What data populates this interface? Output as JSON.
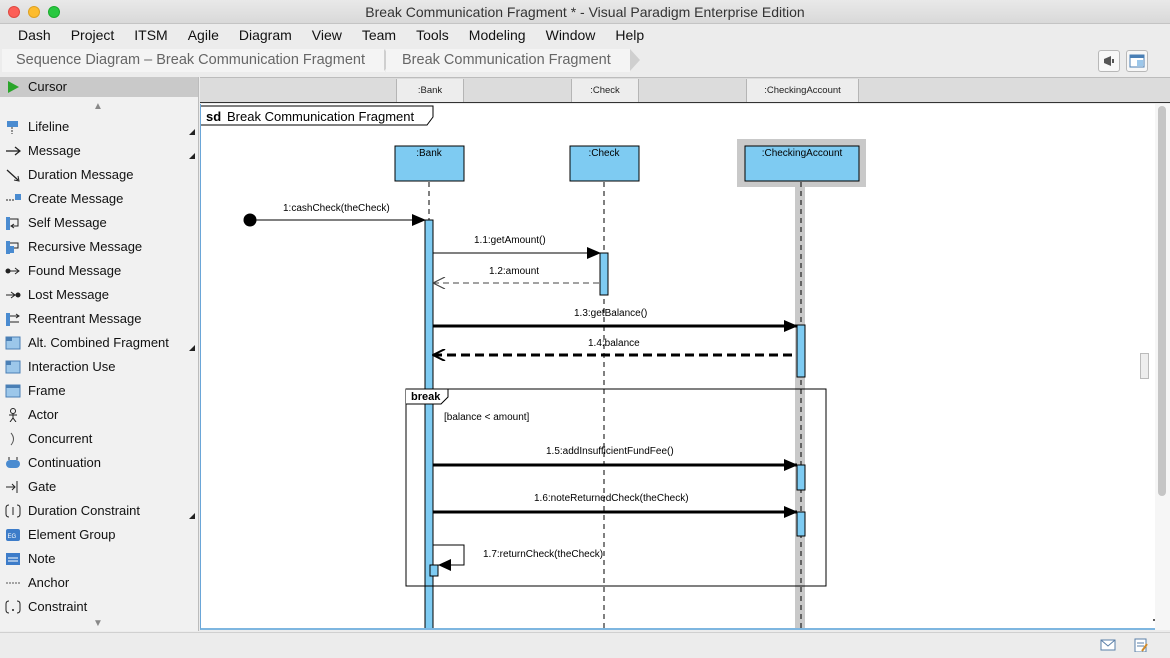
{
  "window": {
    "title": "Break Communication Fragment * - Visual Paradigm Enterprise Edition"
  },
  "menu": [
    "Dash",
    "Project",
    "ITSM",
    "Agile",
    "Diagram",
    "View",
    "Team",
    "Tools",
    "Modeling",
    "Window",
    "Help"
  ],
  "breadcrumb": [
    "Sequence Diagram – Break Communication Fragment",
    "Break Communication Fragment"
  ],
  "palette": {
    "selected": "Cursor",
    "items": [
      "Lifeline",
      "Message",
      "Duration Message",
      "Create Message",
      "Self Message",
      "Recursive Message",
      "Found Message",
      "Lost Message",
      "Reentrant Message",
      "Alt. Combined Fragment",
      "Interaction Use",
      "Frame",
      "Actor",
      "Concurrent",
      "Continuation",
      "Gate",
      "Duration Constraint",
      "Element Group",
      "Note",
      "Anchor",
      "Constraint"
    ]
  },
  "lifeline_tabs": [
    ":Bank",
    ":Check",
    ":CheckingAccount"
  ],
  "diagram": {
    "frame_keyword": "sd",
    "frame_title": "Break Communication Fragment",
    "lifelines": [
      ":Bank",
      ":Check",
      ":CheckingAccount"
    ],
    "messages": [
      "1:cashCheck(theCheck)",
      "1.1:getAmount()",
      "1.2:amount",
      "1.3:getBalance()",
      "1.4:balance",
      "1.5:addInsufficientFundFee()",
      "1.6:noteReturnedCheck(theCheck)",
      "1.7:returnCheck(theCheck)"
    ],
    "fragment": {
      "operator": "break",
      "guard": "[balance < amount]"
    }
  },
  "colors": {
    "lifeline_fill": "#7ecbf2",
    "selection": "#c9c9c9",
    "canvas": "#ffffff"
  },
  "icons": [
    "cursor-icon",
    "mail-icon",
    "notes-icon",
    "announce-icon",
    "panel-icon"
  ]
}
